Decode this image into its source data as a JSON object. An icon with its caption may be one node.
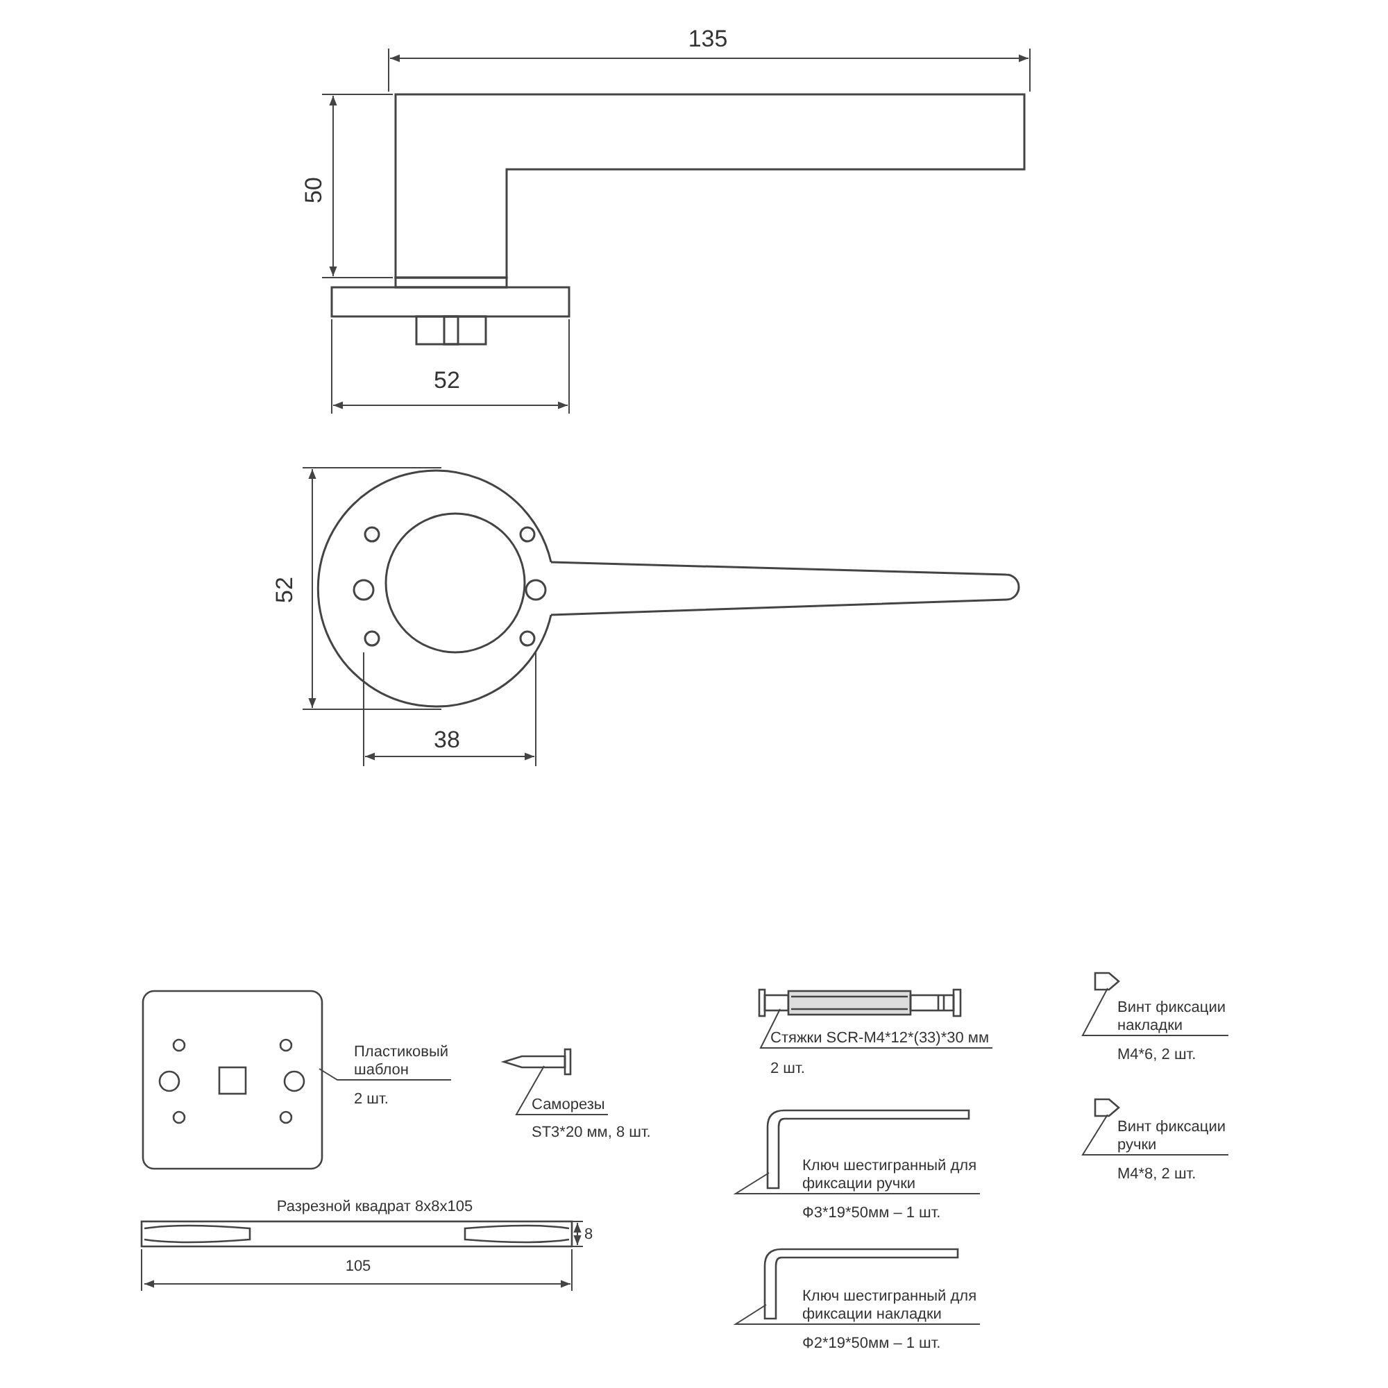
{
  "diagram": {
    "nodes": [
      {
        "text": [],
        "shape": "picture"
      },
      {
        "text": [
          "Пластиковый шаблон",
          "2 шт."
        ]
      },
      {
        "text": [],
        "shape": "picture"
      },
      {
        "text": [
          "Саморезы",
          "ST3*20 мм, 8 шт."
        ]
      },
      {
        "text": [],
        "shape": "picture"
      },
      {
        "text": [
          "Стяжки SCR-M4*12*(33)*30 мм",
          "2 шт."
        ]
      },
      {
        "text": [],
        "shape": "picture"
      },
      {
        "text": [
          "Ключ шестигранный для фиксации ручки",
          "Ф3*19*50мм – 1 шт."
        ]
      },
      {
        "text": [],
        "shape": "picture"
      },
      {
        "text": [
          "Ключ шестигранный для фиксации накладки",
          "Ф2*19*50мм – 1 шт."
        ]
      },
      {
        "text": [],
        "shape": "picture"
      },
      {
        "text": [
          "Винт фиксации накладки",
          "M4*6, 2 шт."
        ]
      },
      {
        "text": [],
        "shape": "picture"
      },
      {
        "text": [
          "Винт фиксации ручки",
          "M4*8, 2 шт."
        ]
      }
    ],
    "edges": [
      {
        "from": 1,
        "to": 0,
        "arrow": "none"
      },
      {
        "from": 3,
        "to": 2,
        "arrow": "none"
      },
      {
        "from": 5,
        "to": 4,
        "arrow": "none"
      },
      {
        "from": 7,
        "to": 6,
        "arrow": "none"
      },
      {
        "from": 9,
        "to": 8,
        "arrow": "none"
      },
      {
        "from": 11,
        "to": 10,
        "arrow": "none"
      },
      {
        "from": 13,
        "to": 12,
        "arrow": "none"
      }
    ],
    "labels": [
      "135",
      "50",
      "52",
      "52",
      "38",
      "Разрезной квадрат 8х8х105",
      "8",
      "105"
    ]
  }
}
